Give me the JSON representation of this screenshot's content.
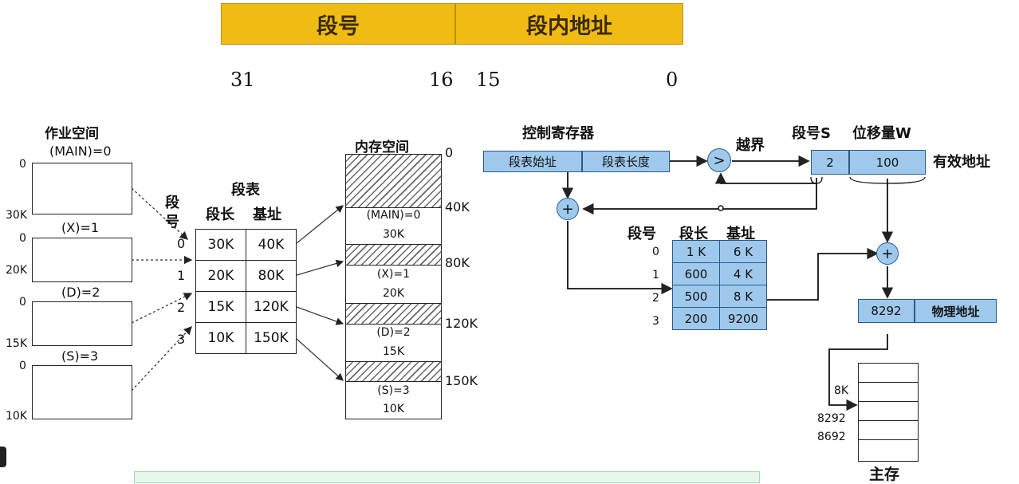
{
  "format_bar": {
    "segment_number": "段号",
    "offset_in_segment": "段内地址"
  },
  "bit_numbers": [
    "31",
    "16",
    "15",
    "0"
  ],
  "left": {
    "job_space_title_line1": "作业空间",
    "job_space_title_line2": "(MAIN)=0",
    "jobs": [
      {
        "label": "(MAIN)=0",
        "start": "0",
        "end": "30K"
      },
      {
        "label": "(X)=1",
        "start": "0",
        "end": "20K"
      },
      {
        "label": "(D)=2",
        "start": "0",
        "end": "15K"
      },
      {
        "label": "(S)=3",
        "start": "0",
        "end": "10K"
      }
    ],
    "seg_col_label_1": "段",
    "seg_col_label_2": "号",
    "seg_table_title": "段表",
    "seg_table_headers": [
      "段长",
      "基址"
    ],
    "seg_table_rows": [
      {
        "seg": "0",
        "length": "30K",
        "base": "40K"
      },
      {
        "seg": "1",
        "length": "20K",
        "base": "80K"
      },
      {
        "seg": "2",
        "length": "15K",
        "base": "120K"
      },
      {
        "seg": "3",
        "length": "10K",
        "base": "150K"
      }
    ],
    "memory_title": "内存空间",
    "memory_marks": [
      "0",
      "40K",
      "80K",
      "120K",
      "150K"
    ],
    "memory_segments": [
      {
        "name": "(MAIN)=0",
        "size": "30K"
      },
      {
        "name": "(X)=1",
        "size": "20K"
      },
      {
        "name": "(D)=2",
        "size": "15K"
      },
      {
        "name": "(S)=3",
        "size": "10K"
      }
    ]
  },
  "right": {
    "control_register_title": "控制寄存器",
    "seg_table_start": "段表始址",
    "seg_table_length": "段表长度",
    "compare_symbol": ">",
    "overflow_label": "越界",
    "seg_number_s": "段号S",
    "displacement_w": "位移量W",
    "s_value": "2",
    "w_value": "100",
    "effective_address": "有效地址",
    "plus_symbol": "+",
    "table_headers": [
      "段号",
      "段长",
      "基址"
    ],
    "table_rows": [
      {
        "seg": "0",
        "length": "1 K",
        "base": "6 K"
      },
      {
        "seg": "1",
        "length": "600",
        "base": "4 K"
      },
      {
        "seg": "2",
        "length": "500",
        "base": "8 K"
      },
      {
        "seg": "3",
        "length": "200",
        "base": "9200"
      }
    ],
    "physical_value": "8292",
    "physical_address": "物理地址",
    "mem_marks": [
      "8K",
      "8292",
      "8692"
    ],
    "main_memory": "主存"
  }
}
